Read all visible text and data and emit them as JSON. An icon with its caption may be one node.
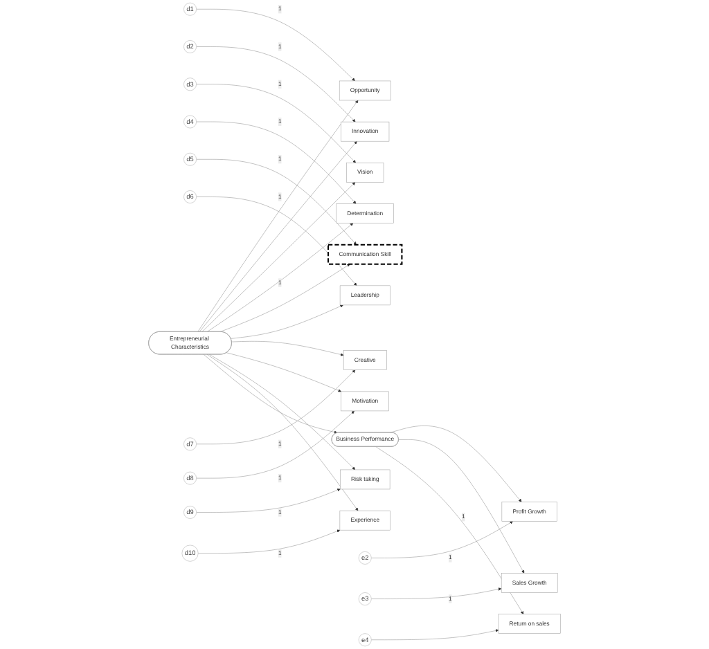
{
  "diagram": {
    "nodes": [
      {
        "text": [
          "d1"
        ]
      },
      {
        "text": [
          "Opportunity"
        ]
      },
      {
        "text": [
          "d2"
        ]
      },
      {
        "text": [
          "Innovation"
        ]
      },
      {
        "text": [
          "d3"
        ]
      },
      {
        "text": [
          "Vision"
        ]
      },
      {
        "text": [
          "d4"
        ]
      },
      {
        "text": [
          "Determination"
        ]
      },
      {
        "text": [
          "d5"
        ]
      },
      {
        "text": [
          "Communication Skill"
        ]
      },
      {
        "text": [
          "d6"
        ]
      },
      {
        "text": [
          "Leadership"
        ]
      },
      {
        "text": [
          "d7"
        ]
      },
      {
        "text": [
          "Creative"
        ]
      },
      {
        "text": [
          "d8"
        ]
      },
      {
        "text": [
          "Motivation"
        ]
      },
      {
        "text": [
          "d9"
        ]
      },
      {
        "text": [
          "Risk taking"
        ]
      },
      {
        "text": [
          "d10"
        ]
      },
      {
        "text": [
          "Experience"
        ]
      },
      {
        "text": [
          "Entrepreneurial Characteristics"
        ]
      },
      {
        "text": [
          "Business Performance"
        ]
      },
      {
        "text": [
          "Profit Growth"
        ]
      },
      {
        "text": [
          "e2"
        ]
      },
      {
        "text": [
          "Sales Growth"
        ]
      },
      {
        "text": [
          "e3"
        ]
      },
      {
        "text": [
          "Return on sales"
        ]
      },
      {
        "text": [
          "e4"
        ]
      }
    ],
    "edges": [
      {
        "from": 0,
        "to": 1,
        "arrow": "to",
        "label": "1"
      },
      {
        "from": 2,
        "to": 3,
        "arrow": "to",
        "label": "1"
      },
      {
        "from": 4,
        "to": 5,
        "arrow": "to",
        "label": "1"
      },
      {
        "from": 6,
        "to": 7,
        "arrow": "to",
        "label": "1"
      },
      {
        "from": 8,
        "to": 9,
        "arrow": "to",
        "label": "1"
      },
      {
        "from": 10,
        "to": 11,
        "arrow": "to",
        "label": "1"
      },
      {
        "from": 12,
        "to": 13,
        "arrow": "to",
        "label": "1"
      },
      {
        "from": 14,
        "to": 15,
        "arrow": "to",
        "label": "1"
      },
      {
        "from": 16,
        "to": 17,
        "arrow": "to",
        "label": "1"
      },
      {
        "from": 18,
        "to": 19,
        "arrow": "to",
        "label": "1"
      },
      {
        "from": 20,
        "to": 1,
        "arrow": "to"
      },
      {
        "from": 20,
        "to": 3,
        "arrow": "to"
      },
      {
        "from": 20,
        "to": 5,
        "arrow": "to"
      },
      {
        "from": 20,
        "to": 7,
        "arrow": "to",
        "label": "1"
      },
      {
        "from": 20,
        "to": 9,
        "arrow": "to"
      },
      {
        "from": 20,
        "to": 11,
        "arrow": "to"
      },
      {
        "from": 20,
        "to": 13,
        "arrow": "to"
      },
      {
        "from": 20,
        "to": 15,
        "arrow": "to"
      },
      {
        "from": 20,
        "to": 17,
        "arrow": "to"
      },
      {
        "from": 20,
        "to": 19,
        "arrow": "to"
      },
      {
        "from": 20,
        "to": 21,
        "arrow": "to"
      },
      {
        "from": 21,
        "to": 22,
        "arrow": "to"
      },
      {
        "from": 21,
        "to": 24,
        "arrow": "to"
      },
      {
        "from": 21,
        "to": 26,
        "arrow": "to",
        "label": "1"
      },
      {
        "from": 23,
        "to": 22,
        "arrow": "to",
        "label": "1"
      },
      {
        "from": 25,
        "to": 24,
        "arrow": "to",
        "label": "1"
      },
      {
        "from": 27,
        "to": 26,
        "arrow": "to"
      }
    ]
  }
}
